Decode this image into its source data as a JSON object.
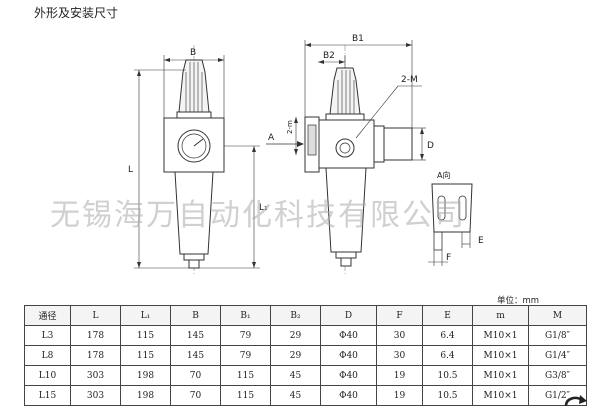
{
  "title": "外形及安装尺寸",
  "watermark": "无锡海万自动化科技有限公司",
  "labels": {
    "B": "B",
    "B1": "B1",
    "B2": "B2",
    "M2": "2-M",
    "m2": "2-m",
    "A": "A",
    "D": "D",
    "L": "L",
    "L1": "L₁",
    "A_view": "A向",
    "E": "E",
    "F": "F"
  },
  "unit": "单位：mm",
  "table": {
    "headers": [
      "通径",
      "L",
      "L₁",
      "B",
      "B₁",
      "B₂",
      "D",
      "F",
      "E",
      "m",
      "M"
    ],
    "rows": [
      [
        "L3",
        "178",
        "115",
        "145",
        "79",
        "29",
        "Φ40",
        "30",
        "6.4",
        "M10×1",
        "G1/8″"
      ],
      [
        "L8",
        "178",
        "115",
        "145",
        "79",
        "29",
        "Φ40",
        "30",
        "6.4",
        "M10×1",
        "G1/4″"
      ],
      [
        "L10",
        "303",
        "198",
        "70",
        "115",
        "45",
        "Φ40",
        "19",
        "10.5",
        "M10×1",
        "G3/8″"
      ],
      [
        "L15",
        "303",
        "198",
        "70",
        "115",
        "45",
        "Φ40",
        "19",
        "10.5",
        "M10×1",
        "G1/2″"
      ]
    ]
  },
  "icons": {
    "corner": "turn-arrow-icon"
  }
}
